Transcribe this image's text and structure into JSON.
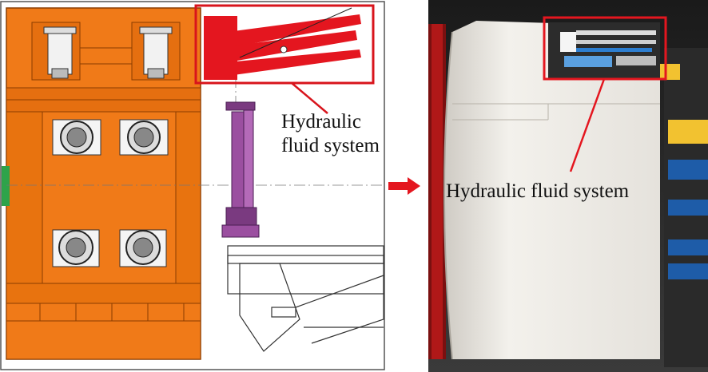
{
  "labels": {
    "left_line1": "Hydraulic",
    "left_line2": "fluid system",
    "right": "Hydraulic fluid system"
  },
  "colors": {
    "orange": "#F07A18",
    "dark_orange": "#C85A05",
    "highlight_red": "#E4161F",
    "purple": "#9B4FA0",
    "green_tab": "#2EA34A",
    "shield_white": "#EDEBE6",
    "blue_pipe": "#1E5CA8",
    "yellow": "#F2C230"
  },
  "icons": {
    "arrow": "right-arrow-icon"
  }
}
